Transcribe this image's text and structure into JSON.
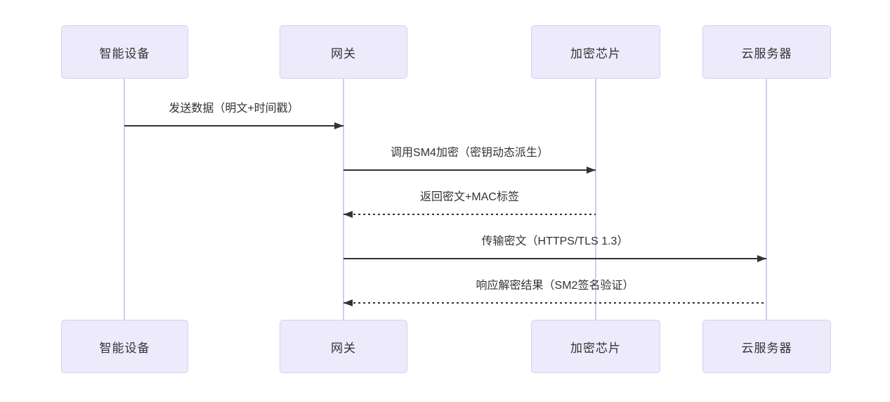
{
  "diagram": {
    "type": "sequence-diagram",
    "background_color": "#FFFFFF",
    "colors": {
      "actor_fill": "#ECEAFB",
      "actor_border": "#D5D0EE",
      "lifeline": "#D2CCEC",
      "arrow": "#333333",
      "text": "#333333"
    },
    "actors": [
      {
        "id": "smart-device",
        "label": "智能设备"
      },
      {
        "id": "gateway",
        "label": "网关"
      },
      {
        "id": "encryption-chip",
        "label": "加密芯片"
      },
      {
        "id": "cloud-server",
        "label": "云服务器"
      }
    ],
    "messages": [
      {
        "from": "智能设备",
        "to": "网关",
        "text": "发送数据（明文+时间戳）",
        "line": "solid",
        "direction": "right"
      },
      {
        "from": "网关",
        "to": "加密芯片",
        "text": "调用SM4加密（密钥动态派生）",
        "line": "solid",
        "direction": "right"
      },
      {
        "from": "加密芯片",
        "to": "网关",
        "text": "返回密文+MAC标签",
        "line": "dotted",
        "direction": "left"
      },
      {
        "from": "网关",
        "to": "云服务器",
        "text": "传输密文（HTTPS/TLS 1.3）",
        "line": "solid",
        "direction": "right"
      },
      {
        "from": "云服务器",
        "to": "网关",
        "text": "响应解密结果（SM2签名验证）",
        "line": "dotted",
        "direction": "left"
      }
    ]
  }
}
